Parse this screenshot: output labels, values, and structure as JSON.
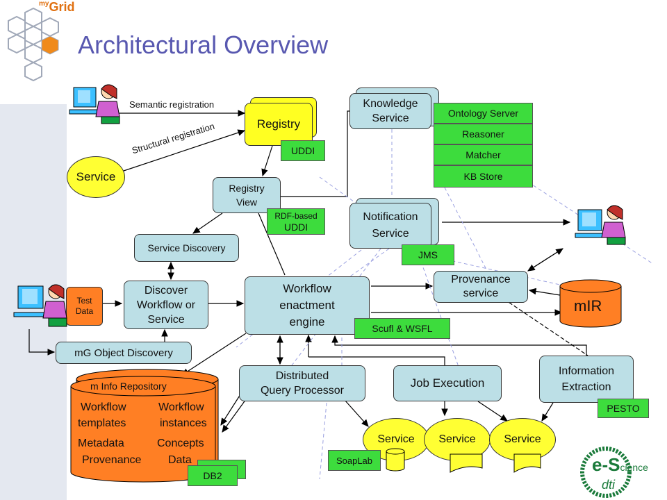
{
  "title": "Architectural Overview",
  "logo": {
    "prefix": "my",
    "name": "Grid"
  },
  "brand": {
    "es": "e-S",
    "science": "cience",
    "dti": "dti"
  },
  "colors": {
    "title": "#5858b0",
    "box_blue": "#bcdfe6",
    "tag_green": "#3ddc3d",
    "registry_yellow": "#ffff22",
    "repo_orange": "#ff7f24",
    "service_yellow": "#ffff33"
  },
  "edges": {
    "semantic": "Semantic registration",
    "structural": "Structural registration"
  },
  "registry": {
    "label": "Registry",
    "tag": "UDDI"
  },
  "knowledge": {
    "label": "Knowledge\nService",
    "stack": [
      "Ontology Server",
      "Reasoner",
      "Matcher",
      "KB Store"
    ]
  },
  "service_ellipse": "Service",
  "registry_view": {
    "label": "Registry\nView",
    "tag_top": "RDF-based",
    "tag_bottom": "UDDI"
  },
  "notification": {
    "label": "Notification\nService",
    "tag": "JMS"
  },
  "service_discovery": "Service Discovery",
  "test_data": "Test\nData",
  "discover": "Discover\nWorkflow or\nService",
  "workflow": {
    "label": "Workflow\nenactment\nengine",
    "tag": "Scufl & WSFL"
  },
  "provenance": "Provenance\nservice",
  "mir": "mIR",
  "object_discovery": "mG Object Discovery",
  "repo": {
    "title": "m Info Repository",
    "items": [
      "Workflow",
      "Workflow",
      "templates",
      "instances",
      "Metadata",
      "Concepts",
      "Provenance",
      "Data"
    ],
    "tag": "DB2"
  },
  "dqp": "Distributed\nQuery Processor",
  "job": "Job Execution",
  "info_extraction": {
    "label": "Information\nExtraction",
    "tag": "PESTO"
  },
  "services": [
    "Service",
    "Service",
    "Service"
  ],
  "soaplab": "SoapLab"
}
